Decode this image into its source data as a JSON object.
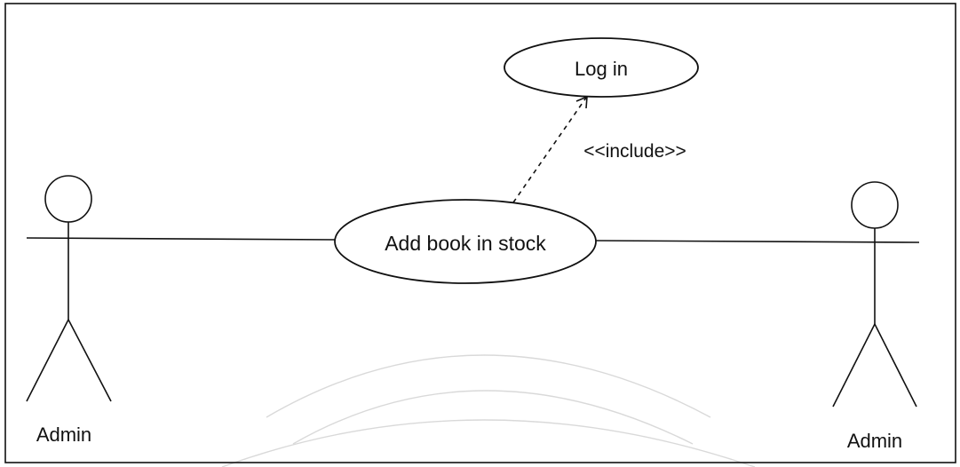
{
  "diagram": {
    "use_cases": {
      "login": "Log in",
      "add_book": "Add book in stock"
    },
    "relationship": {
      "include_label": "<<include>>"
    },
    "actors": {
      "left": "Admin",
      "right": "Admin"
    }
  }
}
